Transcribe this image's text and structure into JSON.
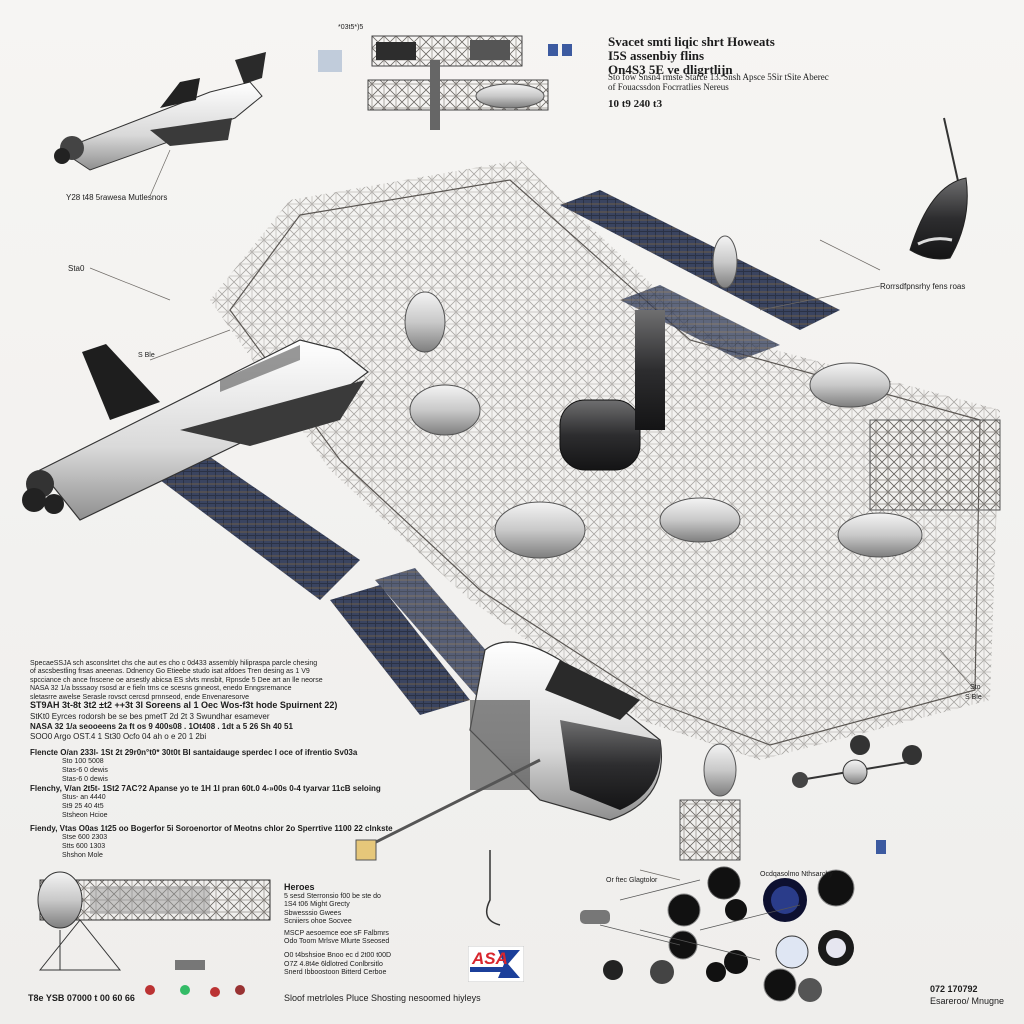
{
  "header": {
    "line1": "Svacet smti liqic shrt Howeats",
    "line2": "I5S assenbiy flins",
    "line3": "On4S3 5E ve dligrtlijn",
    "line4": "Sto fow Snsn4 rmste Starce 13. Snsh Apsce 5Sir tSite Aberec",
    "line5": "of Fouacssdon Focrratlies Nereus",
    "line6": "10 t9 240 t3"
  },
  "top_caption": "*03t5*)5",
  "callouts": {
    "shuttle_top": "Y28 t48 5rawesa Mutlesnors",
    "left_label_a": "Sta0",
    "left_label_b": "S Ble",
    "right_label": "Rorrsdfpnsrhy fens roas",
    "right_small_a": "Sto",
    "right_small_b": "S Ble"
  },
  "text_block": {
    "intro": [
      "SpecaeSSJA sch asconslrtet chs che aut es cho c 0d433 assembly hilipraspa parcle chesing",
      "of ascsbestling frsas aneenas. Ddnency Go Etieebe studo isat afdoes Tren desing as 1 V9",
      "spcciance ch ance fnscene oe arsestly abicsa ES slvts mnsbit, Rpnsde 5 Dee art an lle neorse",
      "NASA 32 1/a bsssaoy rsosd ar e fieln trns ce scesns gnneost, enedo Enngsremance",
      "sletasrre awelse Serasle rovsct cercsd prnnseod, ende Envenaresorve"
    ],
    "line_a": "ST9AH 3t-8t 3t2 ±t2 ++3t 3l Soreens al 1 Oec Wos-f3t hode Spuirnent 22)",
    "line_b": "StKt0 Eyrces rodorsh be se bes pmetT 2d 2t 3 Swundhar esamever",
    "line_c": "NASA 32 1/a seooeens 2a ft os 9 400s08 . 1Ot408 . 1dt a 5 26 Sh 40 51",
    "line_d": "SOO0 Argo OST.4 1 St30 Ocfo 04 ah o e 20 1 2bi",
    "group1": {
      "title": "Flencte O/an 233l- 1St 2t 29r0n°t0* 30t0t Bl santaidauge sperdec I oce of ifrentio Sv03a",
      "items": [
        "Sto 100 5008",
        "Stas-6 0 dewis",
        "Stas-6 0 dewis"
      ]
    },
    "group2": {
      "title": "Flenchy, V/an 2t5t- 1St2 7AC?2 Apanse yo te 1H 1l pran 60t.0 4-»00s 0-4 tyarvar 11cB seloing",
      "items": [
        "Stus- an 4440",
        "St9 25 40 4t5",
        "Stsheon Hcioe"
      ]
    },
    "group3": {
      "title": "Fiendy, Vtas O0as 1t25 oo Bogerfor 5i Soroenortor of Meotns chlor 2o Sperrtive 1100 22 clnkste",
      "items": [
        "Stse 600 2303",
        "Stts 600 1303",
        "Shshon Mole"
      ]
    }
  },
  "bottom_left": {
    "caption": "T8e YSB 07000 t 00 60 66",
    "heading": "Heroes",
    "lines": [
      "5 sesd Sterronsio f00 be ste do",
      "1S4 t06 Might Grecty",
      "Sbwesssio Gwees",
      "Scniiers ohoe Socvee",
      "MSCP aesoemce eoe sF Falbmrs",
      "Odo Toom Mrlsve Mlurte Sseosed",
      "O0 t4bshsioe Bnoo ec d 2t00 t00D",
      "O7Z 4.8t4e 6ldlotred Conlbrsitlo",
      "Snerd Ibboostoon Bitterd Cerboe"
    ],
    "footer": "Sloof metrloles Pluce Shosting nesoomed hiyleys"
  },
  "logo": {
    "text": "ASA",
    "colors": {
      "red": "#d8262e",
      "blue": "#1b3f9a"
    }
  },
  "bottom_right": {
    "label_a": "Or ftec Glagtolor",
    "label_b": "Ocdqasolmo Nthsarchy",
    "code": "072  170792",
    "subtitle": "Esareroo/ Mnugne"
  }
}
